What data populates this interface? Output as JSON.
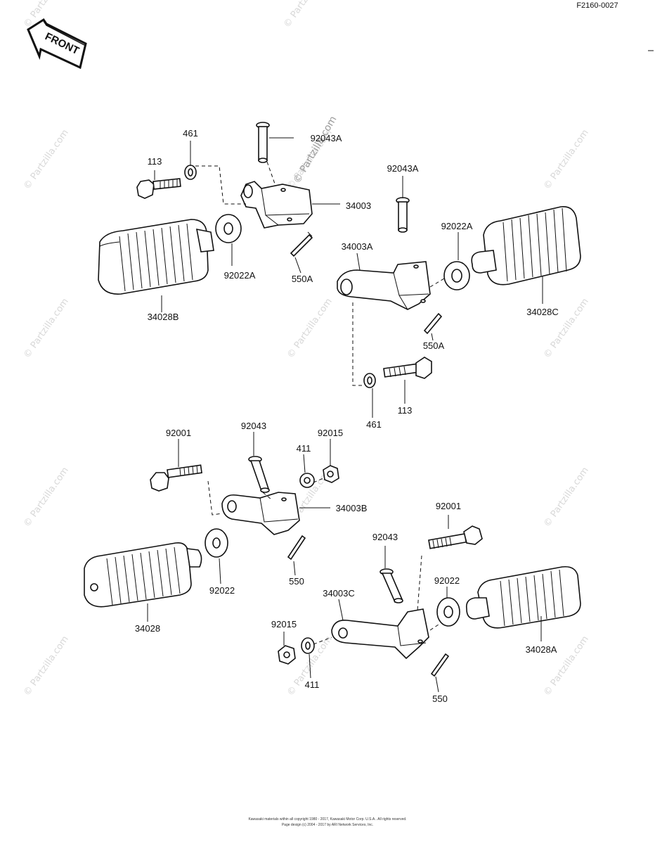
{
  "diagram_code": "F2160-0027",
  "front_arrow_label": "FRONT",
  "watermark": "© Partzilla.com",
  "parts": {
    "bolt_113_a": "113",
    "washer_461_a": "461",
    "pin_92043A_a": "92043A",
    "bracket_34003": "34003",
    "washer_92022A_a": "92022A",
    "cotter_550A_a": "550A",
    "footpeg_34028B": "34028B",
    "pin_92043A_b": "92043A",
    "washer_92022A_b": "92022A",
    "bracket_34003A": "34003A",
    "footpeg_34028C": "34028C",
    "cotter_550A_b": "550A",
    "washer_461_b": "461",
    "bolt_113_b": "113",
    "bolt_92001_a": "92001",
    "pin_92043_a": "92043",
    "nut_92015_a": "92015",
    "washer_411_a": "411",
    "bracket_34003B": "34003B",
    "washer_92022_a": "92022",
    "cotter_550_a": "550",
    "footpeg_34028": "34028",
    "bolt_92001_b": "92001",
    "pin_92043_b": "92043",
    "bracket_34003C": "34003C",
    "washer_92022_b": "92022",
    "nut_92015_b": "92015",
    "washer_411_b": "411",
    "cotter_550_b": "550",
    "footpeg_34028A": "34028A"
  },
  "footer": {
    "line1": "Kawasaki materials within all copyright 1980 - 2017, Kawasaki Motor Corp. U.S.A.. All rights reserved.",
    "line2": "Page design (c) 2004 - 2017 by ARI Network Services, Inc."
  }
}
